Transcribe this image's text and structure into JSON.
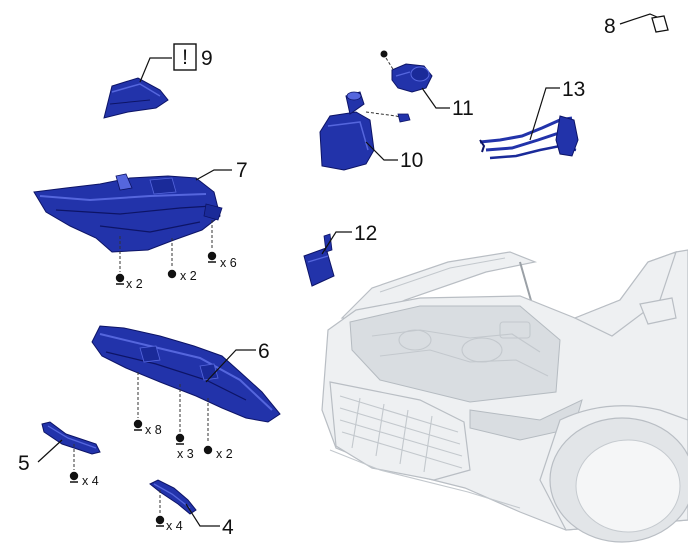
{
  "parts": [
    {
      "id": "part-9",
      "number": "9",
      "flag": "!"
    },
    {
      "id": "part-8",
      "number": "8"
    },
    {
      "id": "part-7",
      "number": "7"
    },
    {
      "id": "part-6",
      "number": "6"
    },
    {
      "id": "part-5",
      "number": "5"
    },
    {
      "id": "part-4",
      "number": "4"
    },
    {
      "id": "part-10",
      "number": "10"
    },
    {
      "id": "part-11",
      "number": "11"
    },
    {
      "id": "part-12",
      "number": "12"
    },
    {
      "id": "part-13",
      "number": "13"
    }
  ],
  "fasteners": {
    "p7_a": "x 2",
    "p7_b": "x 2",
    "p7_c": "x 6",
    "p6_a": "x 8",
    "p6_b": "x 3",
    "p6_c": "x 2",
    "p5_a": "x 4",
    "p4_a": "x 4"
  },
  "colors": {
    "part_fill": "#2233aa",
    "part_dark": "#0d1466",
    "part_light": "#5566dd",
    "line": "#111111",
    "vehicle": "#eef0f2"
  }
}
